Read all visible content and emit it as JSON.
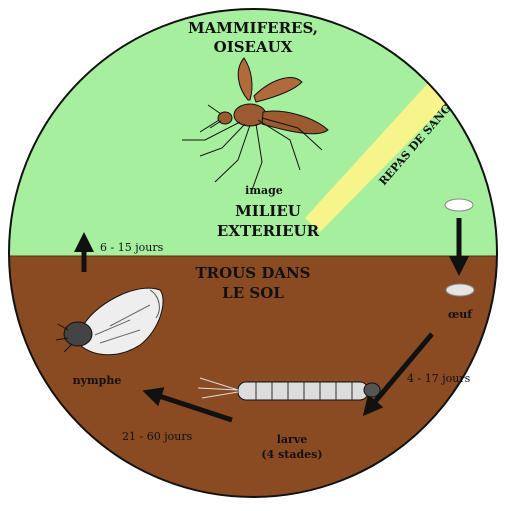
{
  "top_zone": {
    "line1": "MAMMIFERES,",
    "line2": "OISEAUX"
  },
  "blood_meal": "REPAS DE SANG",
  "adult": {
    "label": "image"
  },
  "milieu": {
    "line1": "MILIEU",
    "line2": "EXTERIEUR"
  },
  "soil": {
    "line1": "TROUS DANS",
    "line2": "LE SOL"
  },
  "egg": {
    "label": "œuf"
  },
  "larva": {
    "line1": "larve",
    "line2": "(4 stades)"
  },
  "nymph": {
    "label": "nymphe"
  },
  "durations": {
    "egg_to_larva": "4 - 17 jours",
    "larva_to_nymph": "21 - 60 jours",
    "nymph_to_adult": "6 - 15 jours"
  },
  "colors": {
    "sky": "#a6ef9f",
    "soil": "#8a4b22",
    "beam": "#f7f48b",
    "mosquito": "#9c5a31",
    "outline": "#111111"
  }
}
